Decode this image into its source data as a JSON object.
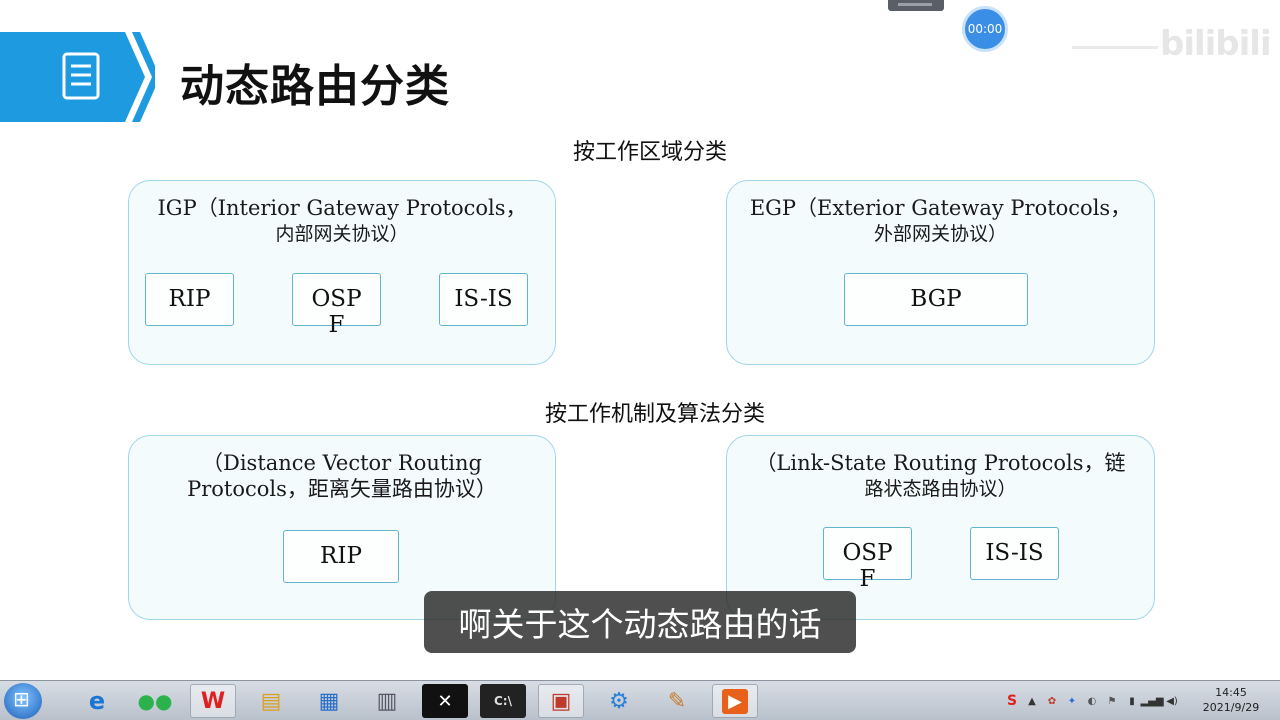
{
  "header": {
    "title": "动态路由分类",
    "timer": "00:00",
    "watermark": "bilibili"
  },
  "by_area": {
    "label": "按工作区域分类",
    "igp": {
      "title_line1": "IGP（Interior Gateway Protocols，",
      "title_line2": "内部网关协议）",
      "protocols": [
        "RIP",
        "OSPF",
        "IS-IS"
      ]
    },
    "egp": {
      "title_line1": "EGP（Exterior Gateway Protocols，",
      "title_line2": "外部网关协议）",
      "protocols": [
        "BGP"
      ]
    }
  },
  "by_algorithm": {
    "label": "按工作机制及算法分类",
    "distance_vector": {
      "title_line1": "（Distance Vector Routing",
      "title_line2": "Protocols，距离矢量路由协议）",
      "protocols": [
        "RIP"
      ]
    },
    "link_state": {
      "title_line1": "（Link-State Routing Protocols，链",
      "title_line2": "路状态路由协议）",
      "protocols": [
        "OSPF",
        "IS-IS"
      ]
    }
  },
  "subtitle": "啊关于这个动态路由的话",
  "taskbar": {
    "clock_time": "14:45",
    "clock_date": "2021/9/29"
  },
  "colors": {
    "accent_blue": "#1e9be0",
    "panel_border": "#9fd6e6",
    "box_border": "#5fb6cd"
  }
}
